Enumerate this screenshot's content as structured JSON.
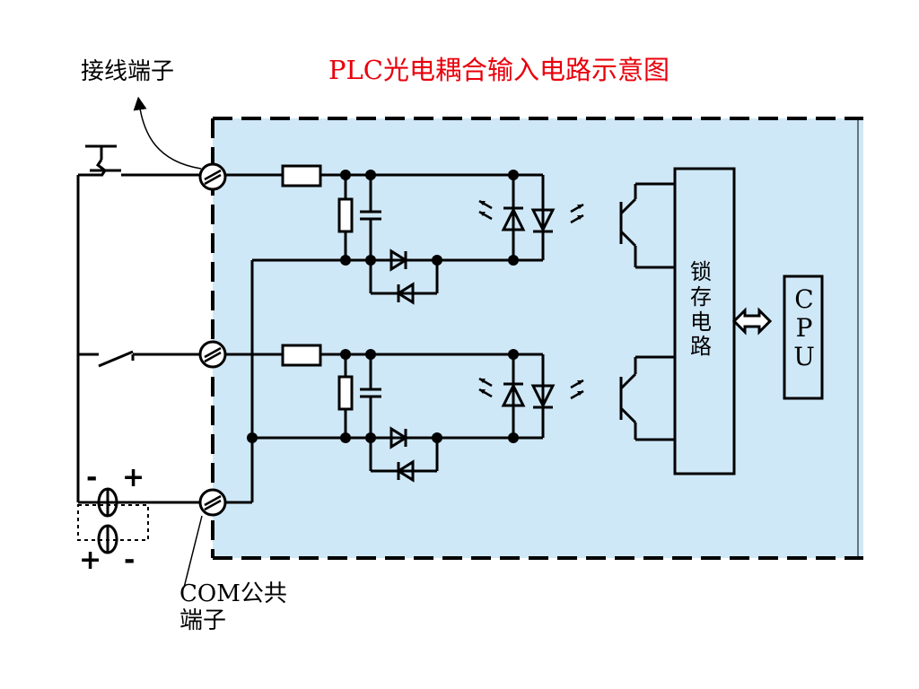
{
  "title": "PLC光电耦合输入电路示意图",
  "labels": {
    "terminal": "接线端子",
    "com_terminal": "COM公共\n端子",
    "latch_circuit": "锁\n存\n电\n路",
    "cpu": "C\nP\nU",
    "power_top_minus": "-",
    "power_top_plus": "+",
    "power_bottom_plus": "+",
    "power_bottom_minus": "-"
  },
  "colors": {
    "title": "#e8000b",
    "module_fill": "#cfe8f7",
    "line": "#000000"
  }
}
